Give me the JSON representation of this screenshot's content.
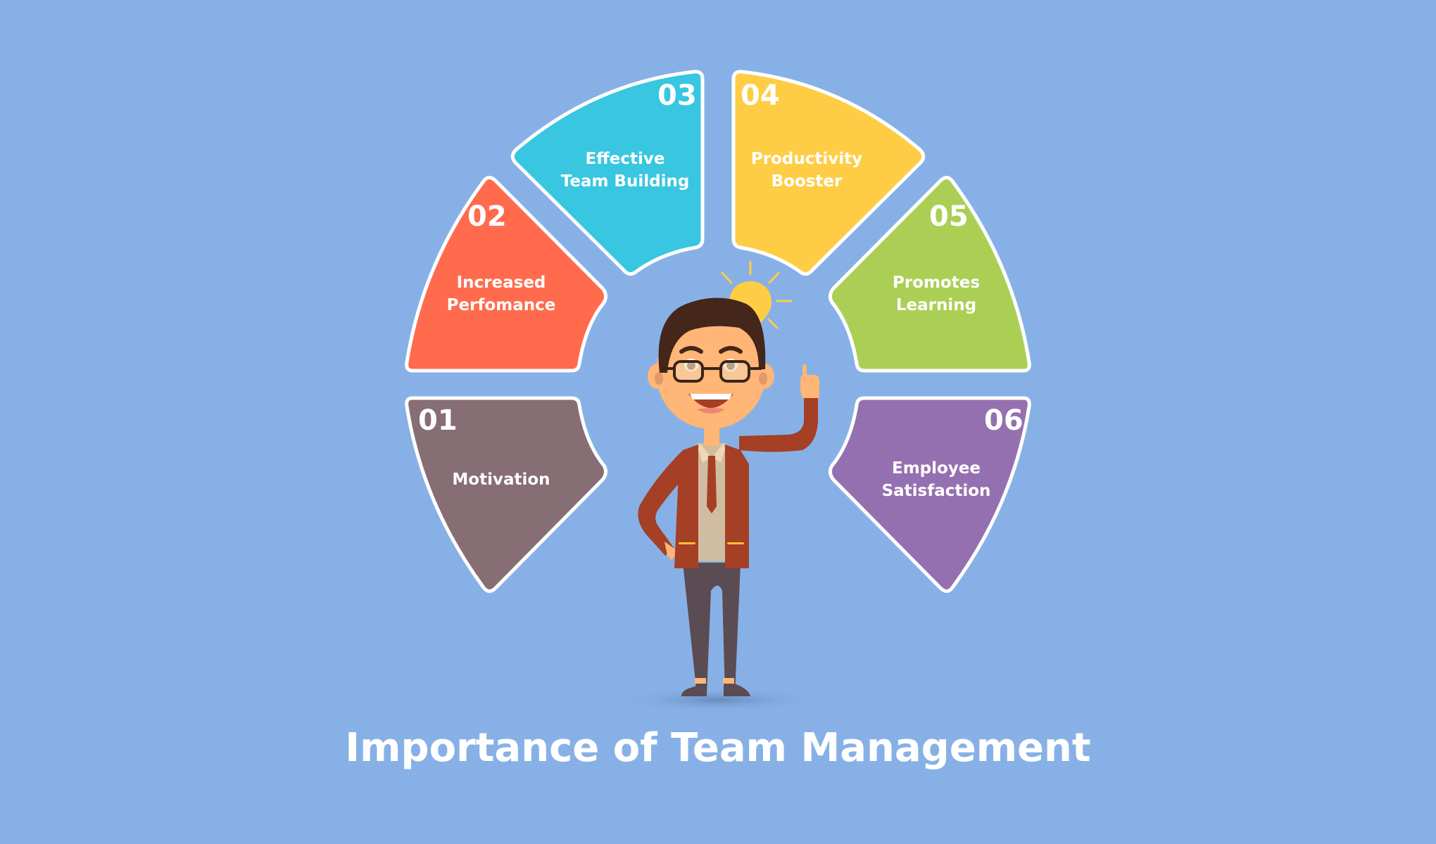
{
  "title": "Importance of Team Management",
  "colors": {
    "background": "#87b1e6",
    "segment_stroke": "#ffffff",
    "text": "#ffffff"
  },
  "segments": [
    {
      "number": "01",
      "label": "Motivation",
      "color": "#876d74"
    },
    {
      "number": "02",
      "label": "Increased\nPerfomance",
      "color": "#ff6b4c"
    },
    {
      "number": "03",
      "label": "Effective\nTeam Building",
      "color": "#38c6e1"
    },
    {
      "number": "04",
      "label": "Productivity\nBooster",
      "color": "#fecd45"
    },
    {
      "number": "05",
      "label": "Promotes\nLearning",
      "color": "#abcf55"
    },
    {
      "number": "06",
      "label": "Employee\nSatisfaction",
      "color": "#9570b0"
    }
  ],
  "illustration": {
    "character": "businessman-pointing-up",
    "icon": "lightbulb-icon",
    "colors": {
      "jacket": "#a53f25",
      "shirt": "#d0bca1",
      "collar": "#f0d7b3",
      "tie": "#a53f25",
      "pants": "#5b4b52",
      "skin": "#ffb676",
      "hair": "#45261a",
      "bulb": "#fecd45",
      "bulb_base": "#e6d2b2",
      "pocket_trim": "#fcc22d"
    }
  }
}
